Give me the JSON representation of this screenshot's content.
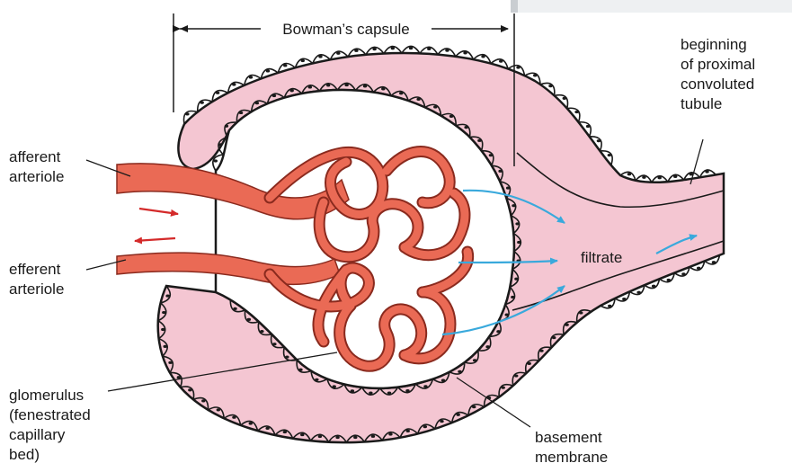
{
  "diagram": {
    "labels": {
      "bowmans_capsule": "Bowman’s capsule",
      "proximal_tubule": [
        "beginning",
        "of proximal",
        "convoluted",
        "tubule"
      ],
      "afferent": [
        "afferent",
        "arteriole"
      ],
      "efferent": [
        "efferent",
        "arteriole"
      ],
      "filtrate": "filtrate",
      "glomerulus": [
        "glomerulus",
        "(fenestrated",
        "capillary",
        "bed)"
      ],
      "basement_membrane": [
        "basement",
        "membrane"
      ]
    },
    "colors": {
      "capsule_fill": "#f4c6d2",
      "outline": "#1a1a1a",
      "vessel": "#ea6a55",
      "vessel_edge": "#8a2a1e",
      "flow_arrow": "#39a9dc",
      "blood_arrow": "#d42a2a",
      "cell_dot": "#1a1a1a"
    }
  }
}
